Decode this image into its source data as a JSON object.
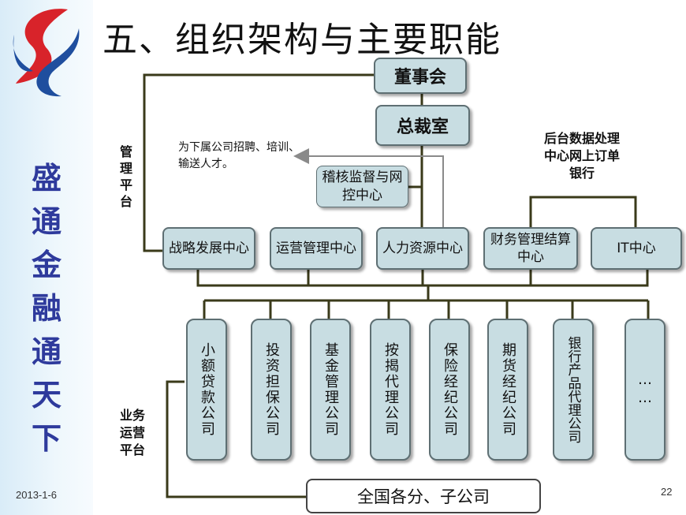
{
  "slide": {
    "title": "五、组织架构与主要职能",
    "slogan": [
      "盛",
      "通",
      "金",
      "融",
      "通",
      "天",
      "下"
    ],
    "date": "2013-1-6",
    "page_number": "22"
  },
  "org": {
    "board": "董事会",
    "president_office": "总裁室",
    "audit_center": "稽核监督与网控中心",
    "hr_note": "为下属公司招聘、培训、输送人才。",
    "backoffice_note": "后台数据处理中心网上订单银行",
    "mgmt_platform_label": "管理平台",
    "business_platform_label": "业务运营平台",
    "centers": [
      "战略发展中心",
      "运营管理中心",
      "人力资源中心",
      "财务管理结算中心",
      "IT中心"
    ],
    "subsidiaries": [
      "小额贷款公司",
      "投资担保公司",
      "基金管理公司",
      "按揭代理公司",
      "保险经纪公司",
      "期货经纪公司",
      "银行产品代理公司",
      "……"
    ],
    "branches": "全国各分、子公司"
  },
  "colors": {
    "box_fill": "#c8dde2",
    "slogan": "#2e3a9c",
    "logo_red": "#d8232a",
    "logo_blue": "#1f4e9e"
  }
}
